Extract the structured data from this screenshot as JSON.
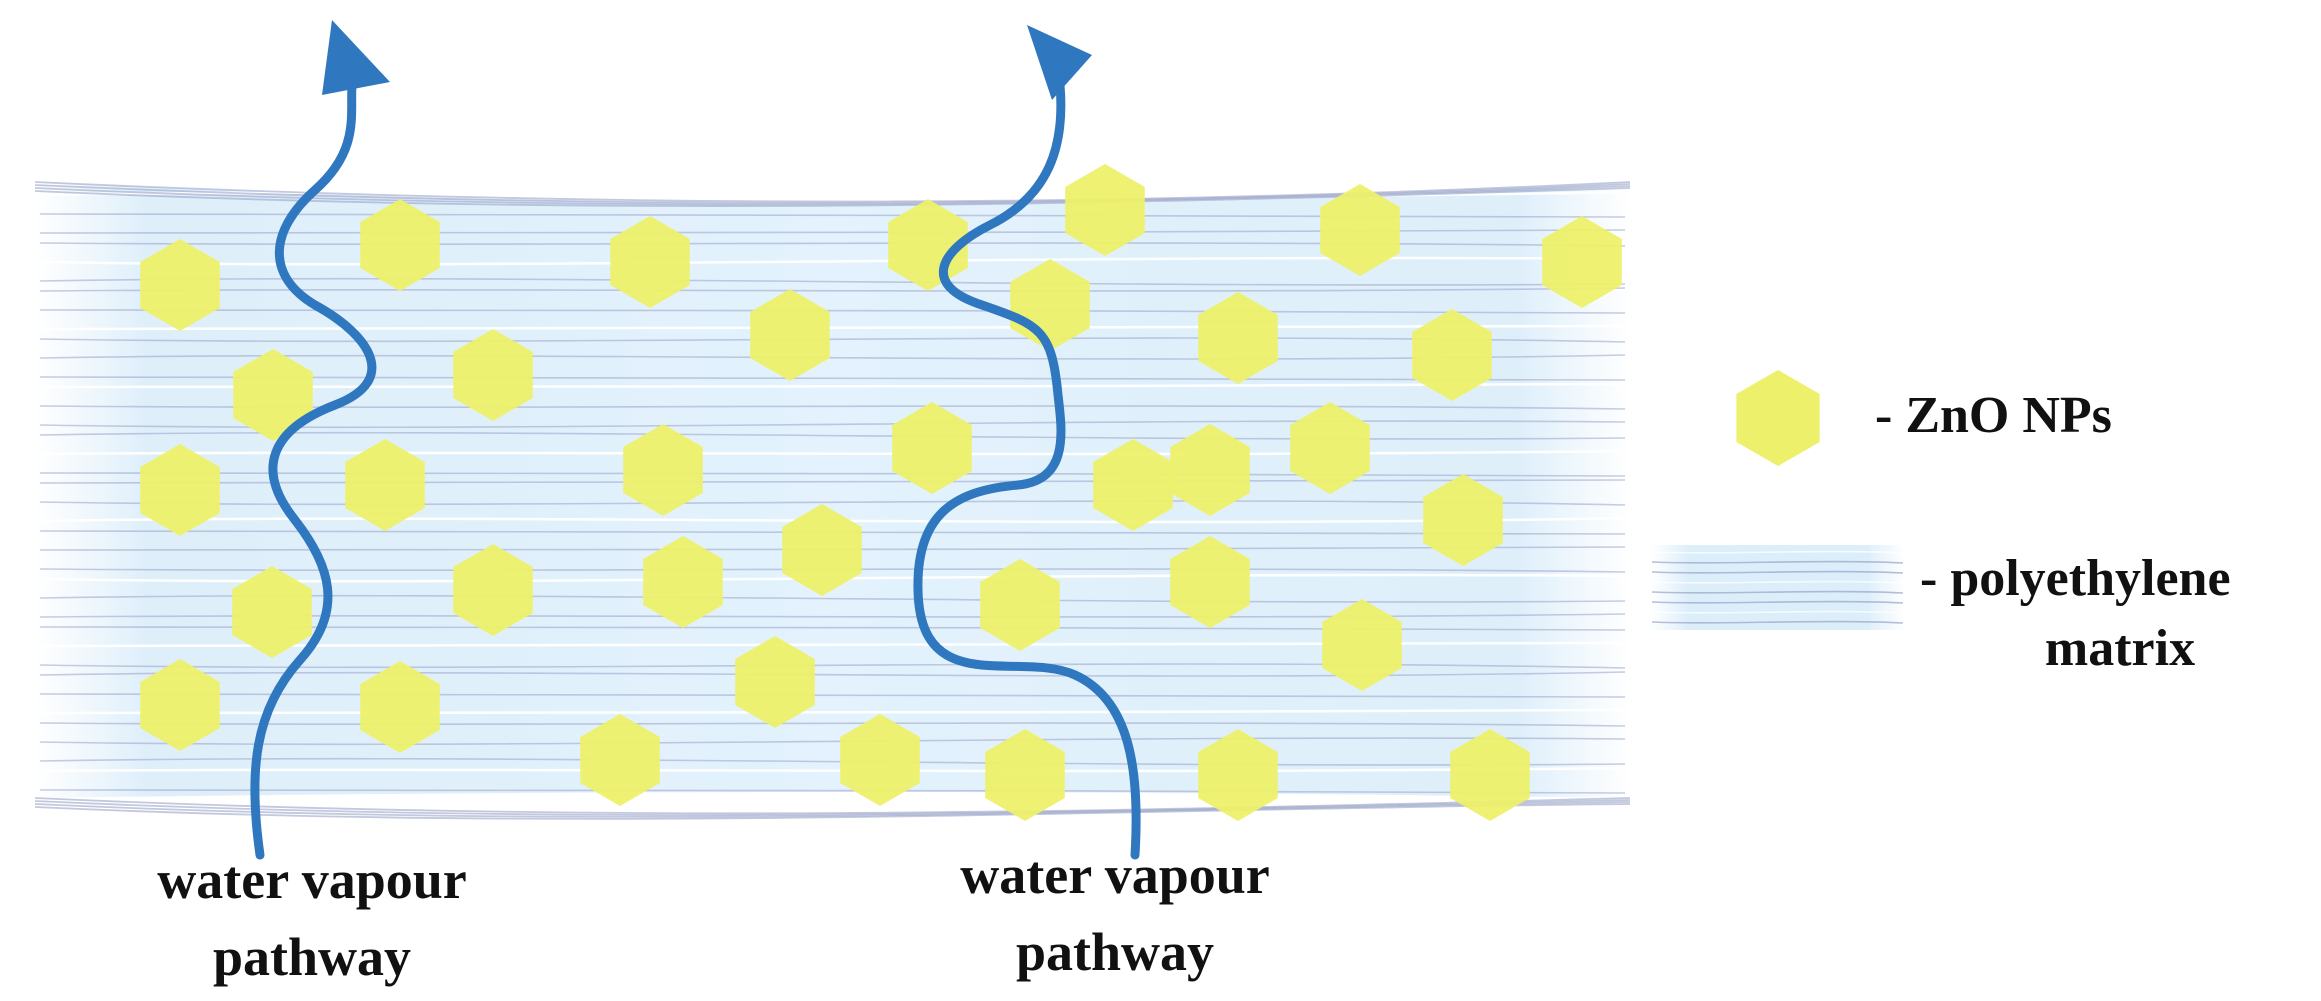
{
  "pathway_labels": [
    {
      "line1": "water vapour",
      "line2": "pathway"
    },
    {
      "line1": "water vapour",
      "line2": "pathway"
    }
  ],
  "legend": {
    "nanoparticle_label": "- ZnO NPs",
    "matrix_label_line1": "- polyethylene",
    "matrix_label_line2": "matrix"
  },
  "colors": {
    "nanoparticle": "#EDF06A",
    "matrix_fill": "#DCEEFA",
    "matrix_fibers": "#9AA3C8",
    "pathway_arrow": "#2F78C0",
    "text": "#111111"
  }
}
